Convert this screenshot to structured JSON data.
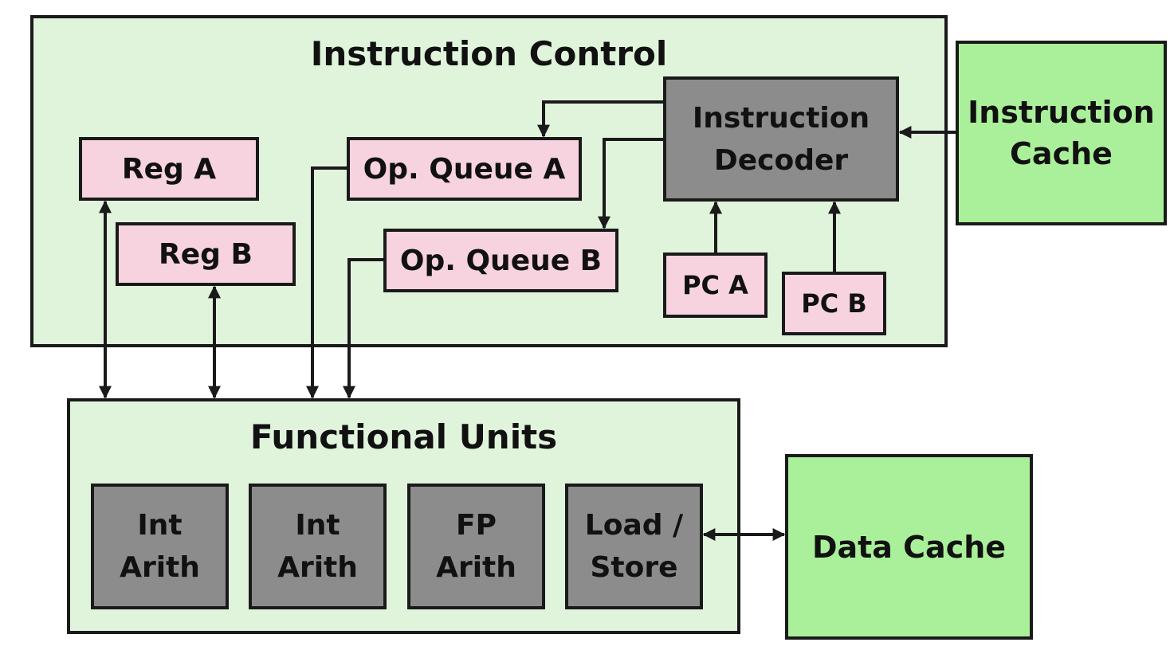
{
  "instruction_control": {
    "title": "Instruction Control",
    "reg_a": "Reg A",
    "reg_b": "Reg B",
    "op_queue_a": "Op. Queue A",
    "op_queue_b": "Op. Queue B",
    "decoder": "Instruction\nDecoder",
    "pc_a": "PC A",
    "pc_b": "PC B"
  },
  "instruction_cache": "Instruction\nCache",
  "functional_units": {
    "title": "Functional Units",
    "units": [
      "Int\nArith",
      "Int\nArith",
      "FP\nArith",
      "Load /\nStore"
    ]
  },
  "data_cache": "Data Cache",
  "colors": {
    "container": "#e0f4dc",
    "cache": "#aaf09a",
    "register_queue": "#f6d3df",
    "logic_unit": "#8c8c8c",
    "line": "#1a1a1a"
  }
}
